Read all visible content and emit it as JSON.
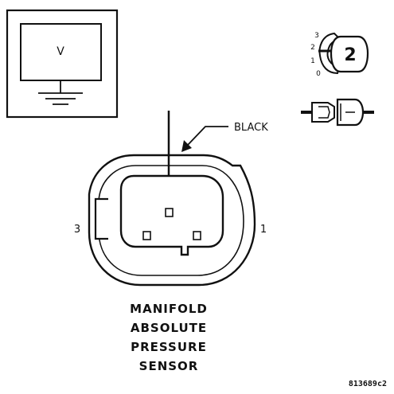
{
  "meter": {
    "display_label": "V"
  },
  "selector_switch": {
    "position_labels": [
      "3",
      "2",
      "1",
      "0"
    ],
    "selected_position": "2"
  },
  "wire": {
    "color_label": "BLACK"
  },
  "connector": {
    "left_terminal_label": "3",
    "right_terminal_label": "1"
  },
  "component": {
    "name_lines": [
      "MANIFOLD",
      "ABSOLUTE",
      "PRESSURE",
      "SENSOR"
    ]
  },
  "figure_id": "813689c2"
}
